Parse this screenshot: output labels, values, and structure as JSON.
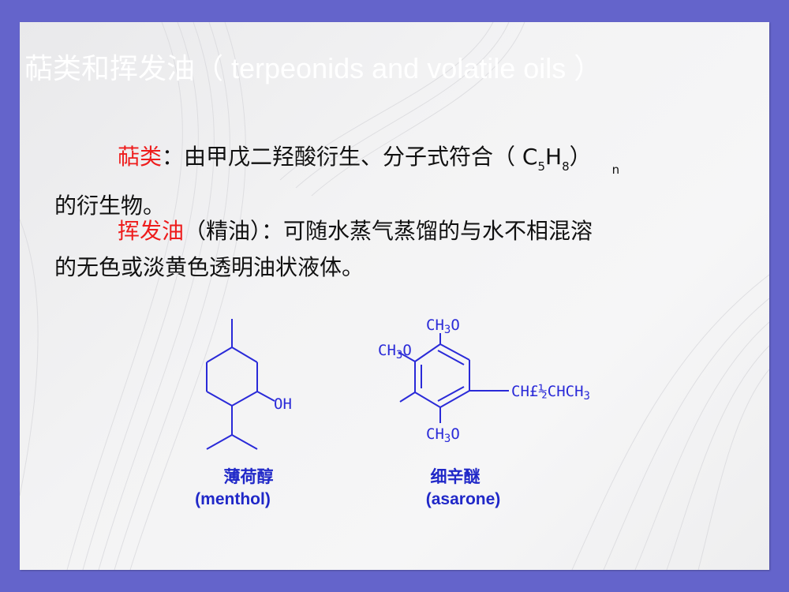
{
  "slide": {
    "title": "萜类和挥发油（ terpeonids and volatile oils ）",
    "paragraphs": [
      {
        "term": "萜类",
        "text_before_formula": "：由甲戊二羟酸衍生、分子式符合（ C",
        "sub5": "5",
        "h": "H",
        "sub8": "8",
        "close": "）",
        "n": "n",
        "line2": "的衍生物。"
      },
      {
        "term": "挥发油",
        "text": "（精油）：可随水蒸气蒸馏的与水不相混溶",
        "line2": "的无色或淡黄色透明油状液体。"
      }
    ],
    "molecules": [
      {
        "name_cn": "薄荷醇",
        "name_en": "(menthol)",
        "group_oh": "OH"
      },
      {
        "name_cn": "细辛醚",
        "name_en": "(asarone)",
        "group_top": "CH3O",
        "group_left": "CH3O",
        "group_bottom": "CH3O",
        "side_chain": "CH£½CHCH3"
      }
    ]
  },
  "colors": {
    "border": "#6464cb",
    "title": "#ffffff",
    "highlight": "#ee1c1c",
    "structure": "#2a2ad8",
    "label": "#2028c8"
  }
}
